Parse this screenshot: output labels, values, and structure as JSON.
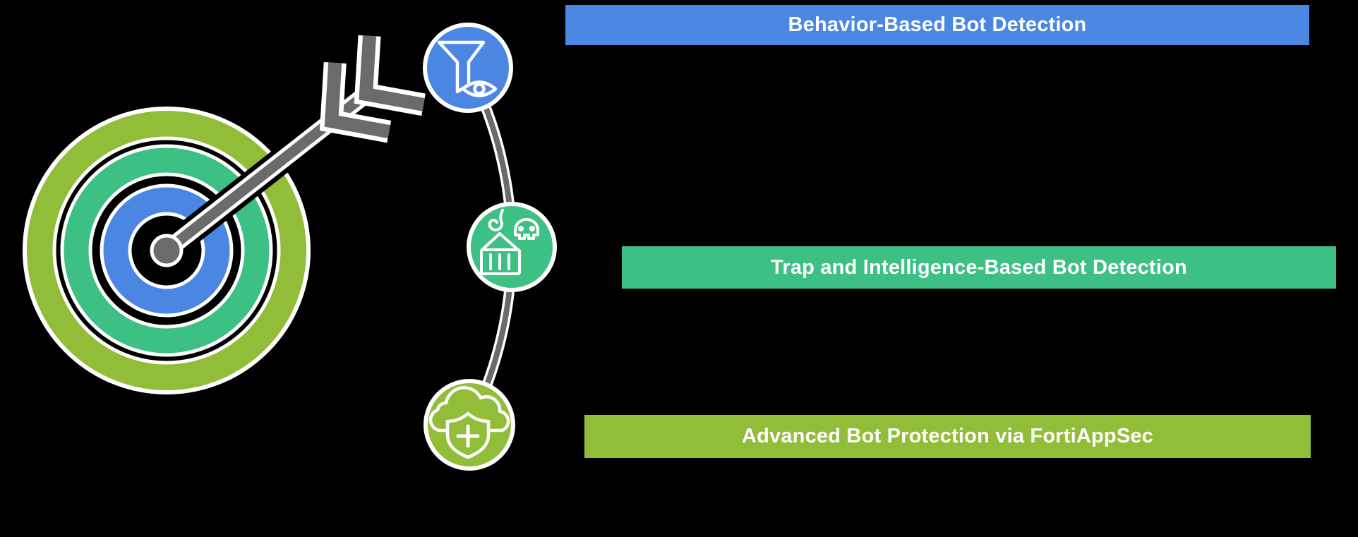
{
  "background": "#000000",
  "colors": {
    "blue": "#4A86E2",
    "emerald": "#3CC083",
    "lime": "#92BD38",
    "gray": "#6B6B6B",
    "white": "#FFFFFF",
    "black": "#000000"
  },
  "banners": [
    {
      "id": "behavior",
      "label": "Behavior-Based Bot Detection",
      "color": "#4A86E2",
      "text_color": "#FFFFFF"
    },
    {
      "id": "trap",
      "label": "Trap and Intelligence-Based Bot Detection",
      "color": "#3CC083",
      "text_color": "#FFFFFF"
    },
    {
      "id": "fortiappsec",
      "label": "Advanced Bot Protection via FortiAppSec",
      "color": "#92BD38",
      "text_color": "#FFFFFF"
    }
  ],
  "icons": [
    {
      "name": "filter-eye-icon",
      "meaning": "behavior monitoring filter with eye",
      "circle_color": "#4A86E2"
    },
    {
      "name": "trap-skull-icon",
      "meaning": "crane trap crate with skull",
      "circle_color": "#3CC083"
    },
    {
      "name": "cloud-shield-plus-icon",
      "meaning": "cloud protection shield with plus",
      "circle_color": "#92BD38"
    }
  ],
  "target": {
    "name": "bullseye-target-with-arrow",
    "ring_colors_outer_to_inner": [
      "#92BD38",
      "#3CC083",
      "#4A86E2"
    ],
    "arrow_color": "#6B6B6B"
  }
}
